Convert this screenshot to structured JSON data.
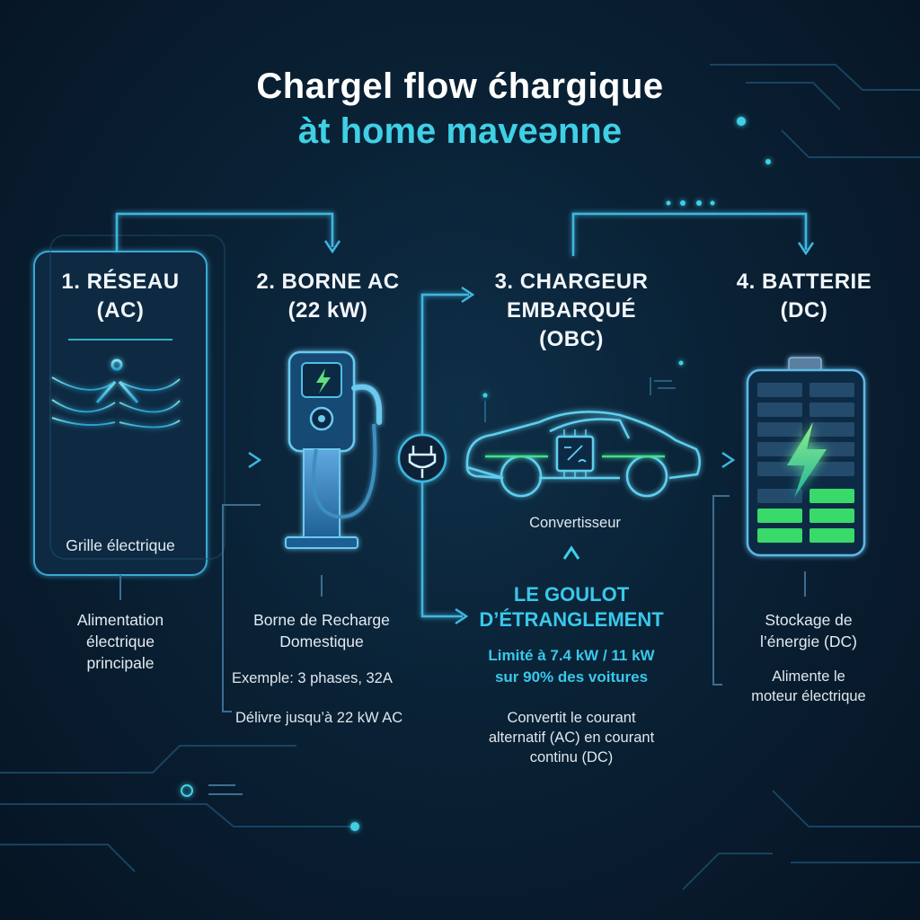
{
  "title": {
    "line1": "Chargel flow  ćhargique",
    "line2": "àt home maveənne"
  },
  "colors": {
    "background": "#0a2236",
    "accent": "#3fd0e6",
    "bottleneck": "#39c8ea",
    "battery_green": "#39d96a",
    "lightning_green": "#3fe08a"
  },
  "stages": [
    {
      "heading_line1": "1. RÉSEAU",
      "heading_line2": "(AC)",
      "icon": "power-pole-icon",
      "inner_label": "Grille électrique",
      "desc": [
        "Alimentation",
        "électrique",
        "principale"
      ]
    },
    {
      "heading_line1": "2. BORNE AC",
      "heading_line2": "(22 kW)",
      "icon": "charging-station-icon",
      "desc": [
        "Borne de Recharge",
        "Domestique"
      ],
      "example": "Exemple: 3 phases, 32A",
      "delivers": "Délivre jusqu’à 22 kW AC"
    },
    {
      "heading_line1": "3. CHARGEUR",
      "heading_line2": "EMBARQUÉ",
      "heading_line3": "(OBC)",
      "icon": "car-with-converter-icon",
      "inner_label": "Convertisseur",
      "bottleneck_line1": "LE GOULOT",
      "bottleneck_line2": "D’ÉTRANGLEMENT",
      "limit_line1": "Limité à 7.4 kW / 11 kW",
      "limit_line2": "sur 90% des voitures",
      "desc": [
        "Convertit le courant",
        "alternatif (AC) en courant",
        "continu (DC)"
      ]
    },
    {
      "heading_line1": "4. BATTERIE",
      "heading_line2": "(DC)",
      "icon": "battery-lightning-icon",
      "desc": [
        "Stockage de",
        "l’énergie (DC)"
      ],
      "note": [
        "Alimente le",
        "moteur électrique"
      ]
    }
  ]
}
